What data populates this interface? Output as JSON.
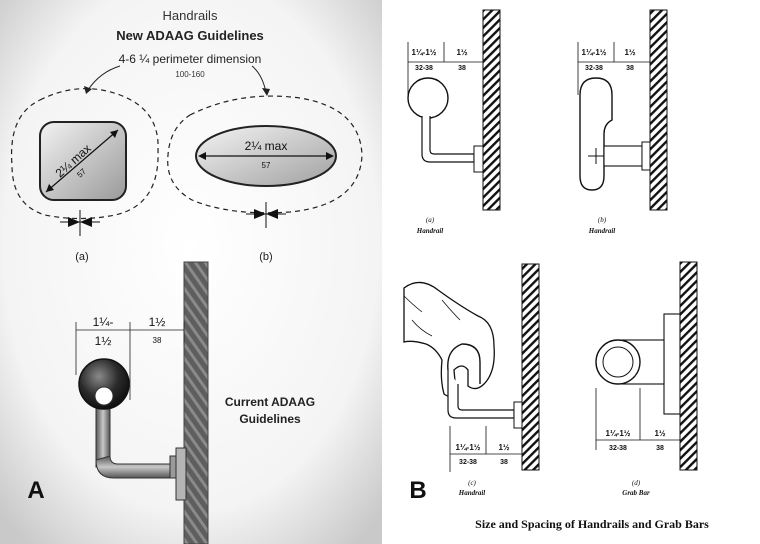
{
  "panel_a": {
    "title": "Handrails",
    "subtitle": "New ADAAG Guidelines",
    "perimeter_label": "4-6 ¼ perimeter dimension",
    "perimeter_metric": "100-160",
    "square_dim": "2¼ max",
    "square_metric": "57",
    "oval_dim": "2¼ max",
    "oval_metric": "57",
    "label_a": "(a)",
    "label_b": "(b)",
    "clear_top": "1¼-",
    "clear_bottom": "1½",
    "offset": "1½",
    "offset_metric": "38",
    "current_line1": "Current ADAAG",
    "current_line2": "Guidelines",
    "panel_letter": "A"
  },
  "panel_b": {
    "panel_letter": "B",
    "caption": "Size and Spacing of Handrails and Grab Bars",
    "details": [
      {
        "range": "1¼-1½",
        "range_metric": "32-38",
        "offset": "1½",
        "offset_metric": "38",
        "letter": "(a)",
        "name": "Handrail"
      },
      {
        "range": "1¼-1½",
        "range_metric": "32-38",
        "offset": "1½",
        "offset_metric": "38",
        "letter": "(b)",
        "name": "Handrail"
      },
      {
        "range": "1¼-1½",
        "range_metric": "32-38",
        "offset": "1½",
        "offset_metric": "38",
        "letter": "(c)",
        "name": "Handrail"
      },
      {
        "range": "1¼-1½",
        "range_metric": "32-38",
        "offset": "1½",
        "offset_metric": "38",
        "letter": "(d)",
        "name": "Grab Bar"
      }
    ]
  }
}
